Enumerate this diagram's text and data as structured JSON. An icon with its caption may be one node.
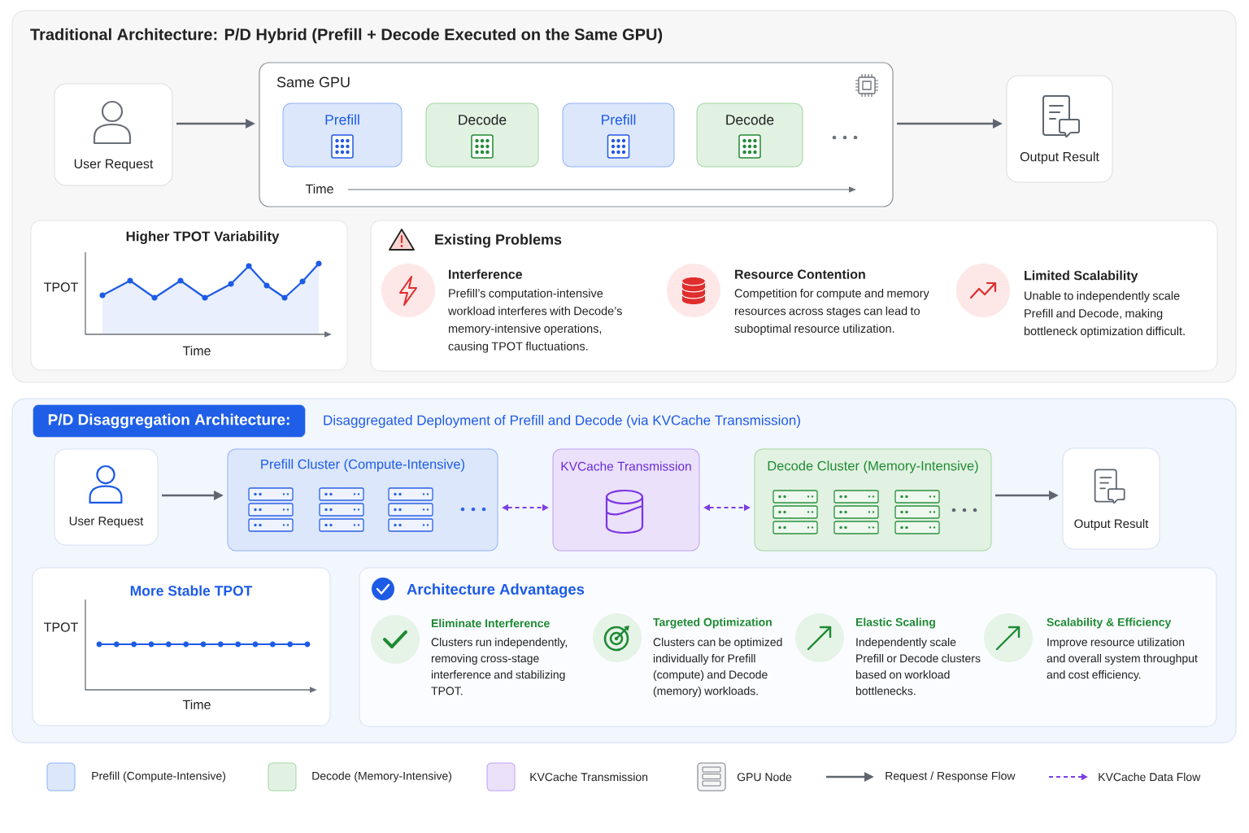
{
  "diagram": {
    "nodes": [
      {
        "text": [
          "Traditional Architecture: P/D Hybrid (Prefill + Decode Executed on the Same GPU)"
        ]
      },
      {
        "text": [
          "User Request"
        ],
        "in": 0
      },
      {
        "text": [
          "Same GPU",
          "Time"
        ],
        "in": 0
      },
      {
        "text": [
          "Prefill"
        ],
        "in": 2
      },
      {
        "text": [
          "Decode"
        ],
        "in": 2
      },
      {
        "text": [
          "Prefill"
        ],
        "in": 2
      },
      {
        "text": [
          "Decode"
        ],
        "in": 2
      },
      {
        "text": [
          "Output Result"
        ],
        "in": 0
      },
      {
        "text": [
          "Higher TPOT Variability",
          "TPOT",
          "Time"
        ],
        "in": 0
      },
      {
        "text": [
          "Existing Problems",
          "Interference",
          "Prefill’s computation-intensive workload interferes with Decode’s memory-intensive operations, causing TPOT fluctuations.",
          "Resource Contention",
          "Competition for compute and memory resources across stages can lead to suboptimal resource utilization.",
          "Limited Scalability",
          "Unable to independently scale Prefill and Decode, making bottleneck optimization difficult."
        ],
        "in": 0
      },
      {
        "text": [
          "Disaggregated Deployment of Prefill and Decode (via KVCache Transmission)"
        ]
      },
      {
        "text": [
          "P/D Disaggregation Architecture:"
        ],
        "in": 10
      },
      {
        "text": [
          "User Request"
        ],
        "in": 10
      },
      {
        "text": [
          "Prefill Cluster (Compute-Intensive)"
        ],
        "in": 10
      },
      {
        "text": [
          "KVCache Transmission"
        ],
        "in": 10
      },
      {
        "text": [
          "Decode Cluster (Memory-Intensive)"
        ],
        "in": 10
      },
      {
        "text": [
          "Output Result"
        ],
        "in": 10
      },
      {
        "text": [
          "More Stable TPOT",
          "TPOT",
          "Time"
        ],
        "in": 10
      },
      {
        "text": [
          "Architecture Advantages",
          "Eliminate Interference",
          "Clusters run independently, removing cross-stage interference and stabilizing TPOT.",
          "Targeted Optimization",
          "Clusters can be optimized individually for Prefill (compute) and Decode (memory) workloads.",
          "Elastic Scaling",
          "Independently scale Prefill or Decode clusters based on workload bottlenecks.",
          "Scalability & Efficiency",
          "Improve resource utilization and overall system throughput and cost efficiency."
        ],
        "in": 10
      }
    ],
    "edges": [
      {
        "from": 1,
        "to": 2,
        "arrow": "to"
      },
      {
        "from": 2,
        "to": 7,
        "arrow": "to"
      },
      {
        "from": 12,
        "to": 13,
        "arrow": "to"
      },
      {
        "from": 13,
        "to": 14,
        "arrow": "both",
        "style": "dashed",
        "color": "#7b3fe4"
      },
      {
        "from": 14,
        "to": 15,
        "arrow": "both",
        "style": "dashed",
        "color": "#7b3fe4"
      },
      {
        "from": 15,
        "to": 16,
        "arrow": "to"
      }
    ],
    "legend": [
      {
        "text": "Prefill (Compute-Intensive)",
        "color": "#dce7fc"
      },
      {
        "text": "Decode (Memory-Intensive)",
        "color": "#e2f2e2"
      },
      {
        "text": "KVCache Transmission",
        "color": "#ebe1fb"
      },
      {
        "text": "GPU Node"
      },
      {
        "text": "Request / Response Flow"
      },
      {
        "text": "KVCache Data Flow"
      }
    ]
  }
}
